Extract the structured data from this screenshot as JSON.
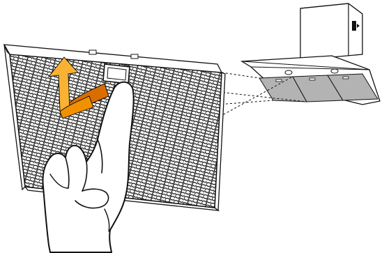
{
  "illustration": {
    "colors": {
      "line": "#111111",
      "panel": "#ffffff",
      "perforation": "#111111",
      "filter_gray": "#b3b3b3",
      "arrow_light": "#f9b233",
      "arrow_mid": "#f29100",
      "arrow_dark": "#d96d00"
    },
    "parts": [
      "grease-filter-panel",
      "release-handle",
      "removal-arrow",
      "hand",
      "cooker-hood",
      "chimney",
      "filter-location-callout"
    ]
  }
}
